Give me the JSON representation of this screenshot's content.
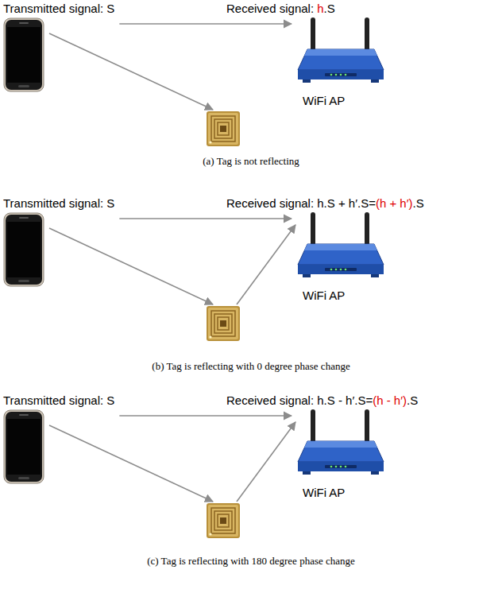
{
  "diagram": {
    "nodes": [
      {
        "text": [
          "Transmitted signal: S"
        ]
      },
      {
        "text": [
          "Received signal: ",
          "h",
          ".S",
          "WiFi AP"
        ]
      },
      {
        "text": [
          "Transmitted signal: S"
        ]
      },
      {
        "text": [
          "Received signal: h.S + h′.S=",
          "(h + h′)",
          ".S",
          "WiFi AP"
        ]
      },
      {
        "text": [
          "Transmitted signal: S"
        ]
      },
      {
        "text": [
          "Received signal: h.S - h′.S=",
          "(h - h′)",
          ".S",
          "WiFi AP"
        ]
      }
    ],
    "edges": [
      {
        "from": 0,
        "to": 1,
        "arrow": "to"
      },
      {
        "from": 2,
        "to": 3,
        "arrow": "to"
      },
      {
        "from": 4,
        "to": 5,
        "arrow": "to"
      }
    ],
    "labels": [
      "(a) Tag is not reflecting",
      "(b) Tag is reflecting with 0 degree phase change",
      "(c) Tag is reflecting with 180 degree phase change"
    ]
  }
}
